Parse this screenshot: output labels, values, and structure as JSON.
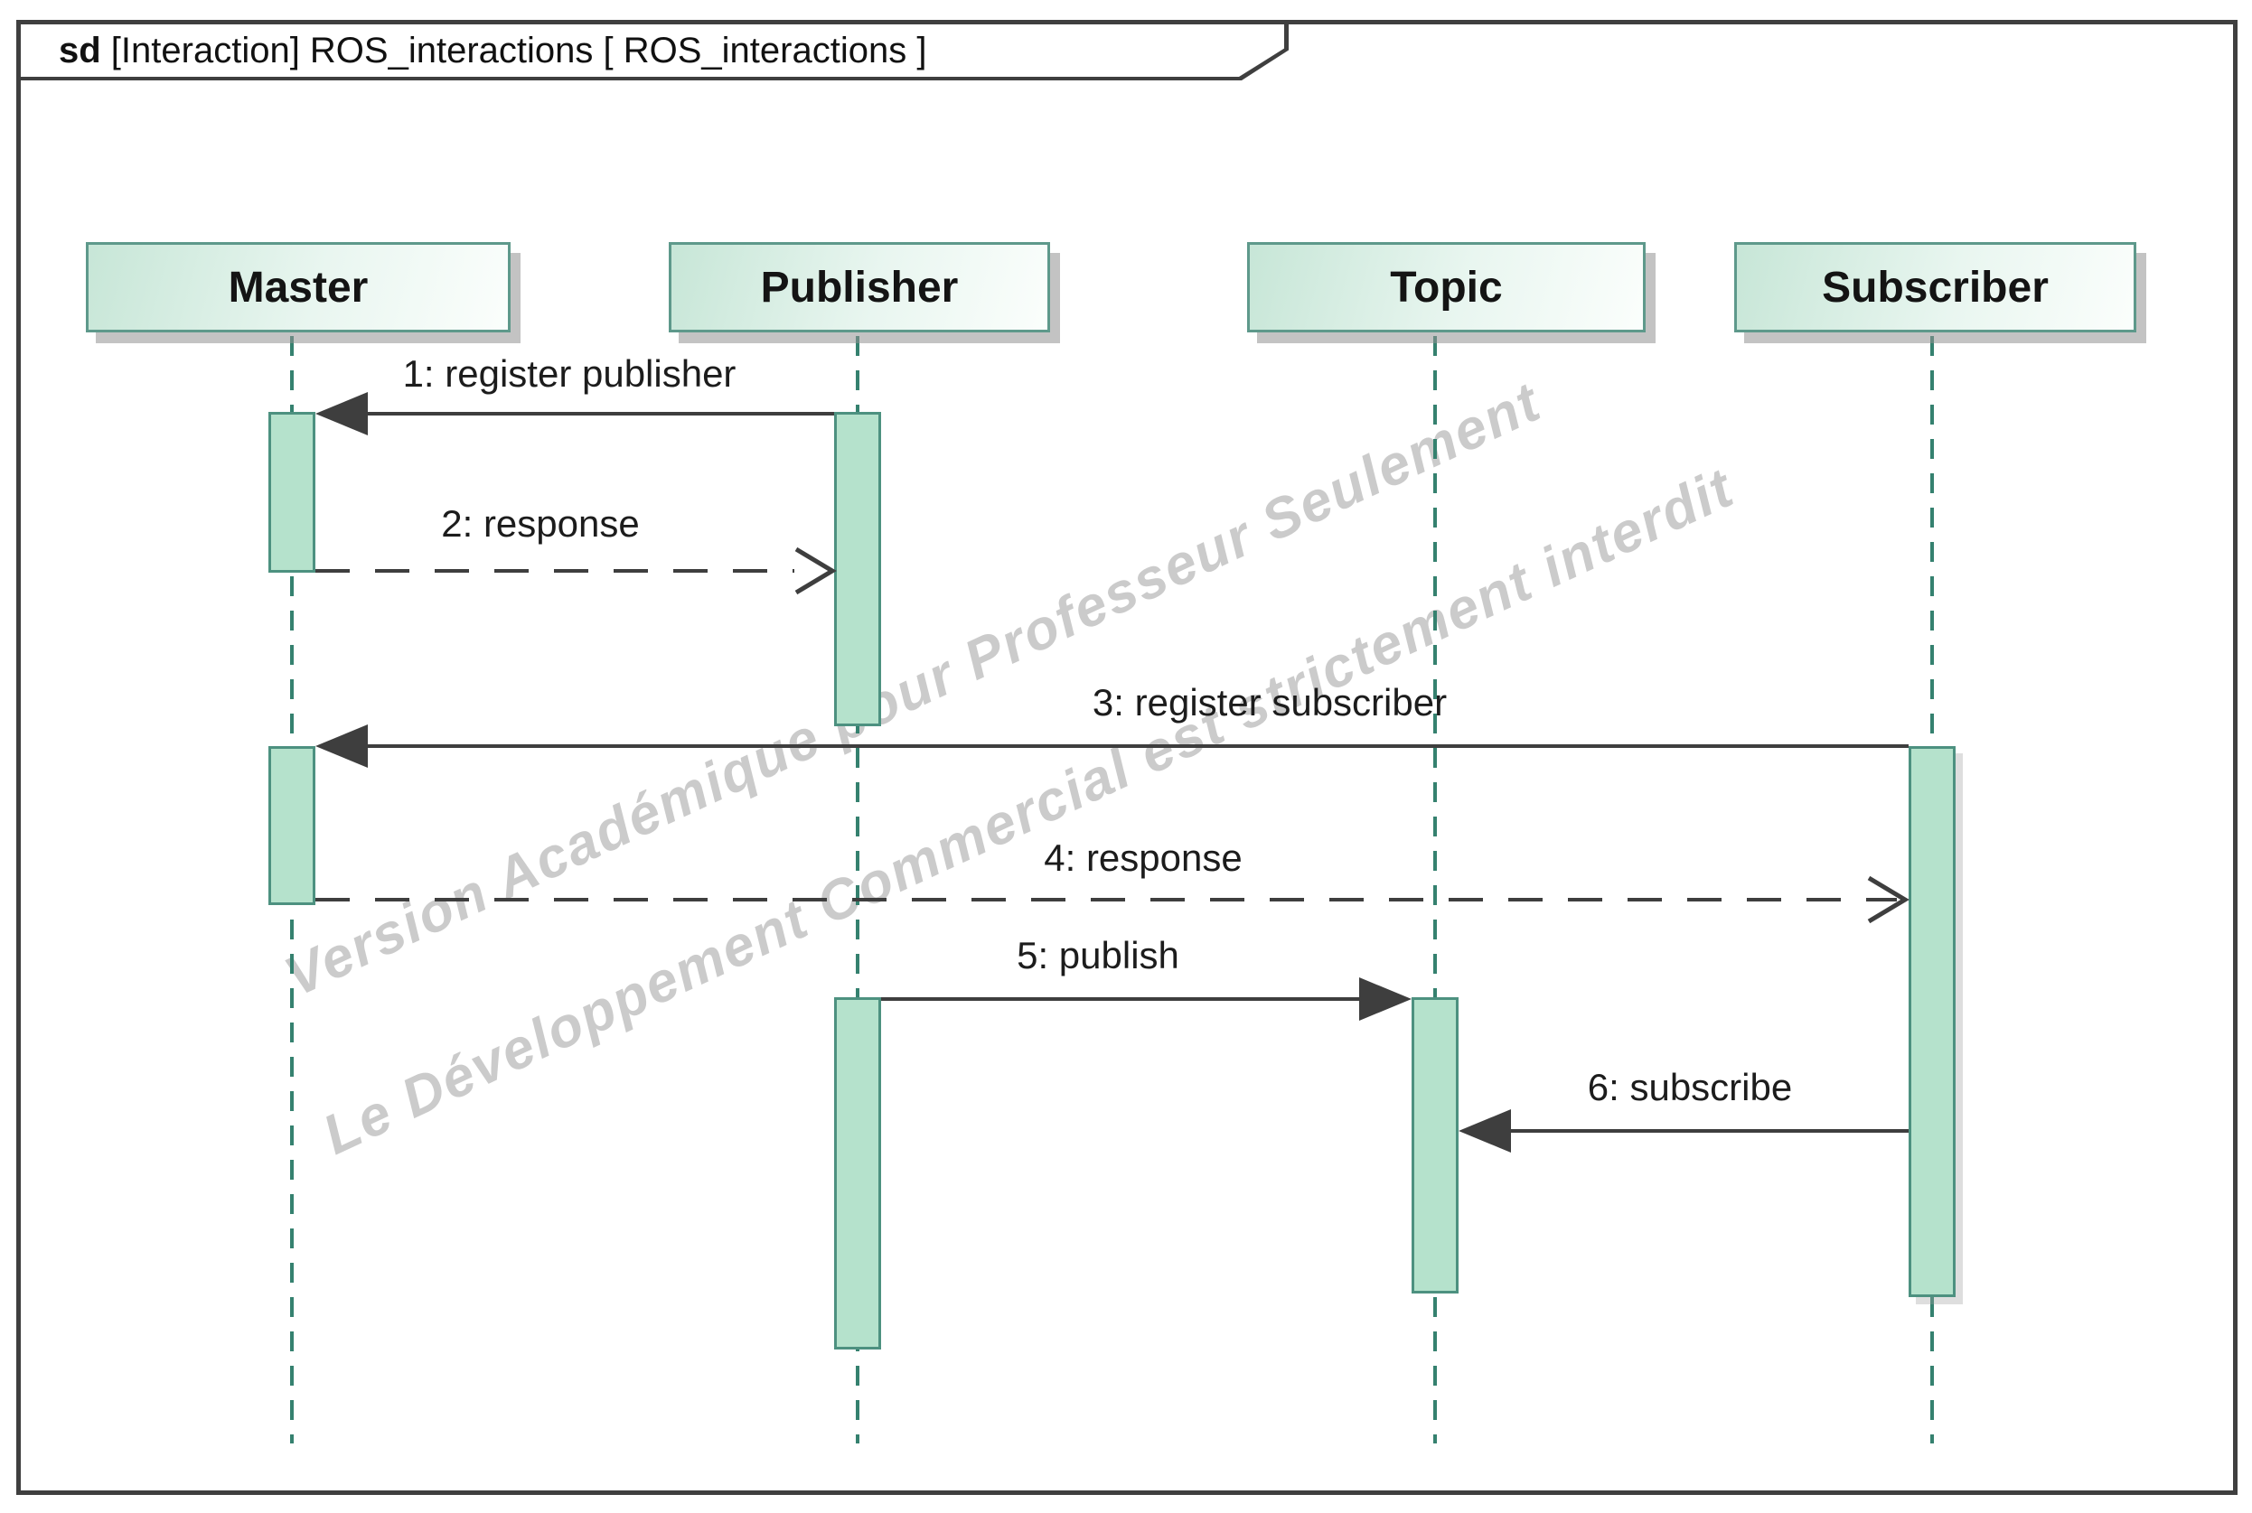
{
  "diagram": {
    "kind": "uml-sequence-diagram",
    "frame_title": {
      "keyword": "sd",
      "text": " [Interaction] ROS_interactions [ ROS_interactions ]"
    },
    "lifelines": [
      {
        "name": "Master"
      },
      {
        "name": "Publisher"
      },
      {
        "name": "Topic"
      },
      {
        "name": "Subscriber"
      }
    ],
    "messages": [
      {
        "label": "1: register publisher",
        "from": "Publisher",
        "to": "Master",
        "line": "solid",
        "arrow": "filled"
      },
      {
        "label": "2: response",
        "from": "Master",
        "to": "Publisher",
        "line": "dashed",
        "arrow": "open"
      },
      {
        "label": "3: register subscriber",
        "from": "Subscriber",
        "to": "Master",
        "line": "solid",
        "arrow": "filled"
      },
      {
        "label": "4: response",
        "from": "Master",
        "to": "Subscriber",
        "line": "dashed",
        "arrow": "open"
      },
      {
        "label": "5: publish",
        "from": "Publisher",
        "to": "Topic",
        "line": "solid",
        "arrow": "filled"
      },
      {
        "label": "6: subscribe",
        "from": "Subscriber",
        "to": "Topic",
        "line": "solid",
        "arrow": "filled"
      }
    ],
    "watermark": {
      "line1": "Version Académique pour Professeur Seulement",
      "line2": "Le Développement Commercial est strictement interdit"
    },
    "colors": {
      "frame_border": "#3f3f3f",
      "head_fill_from": "#c7e6d7",
      "head_fill_to": "#fbfefc",
      "head_border": "#5e998b",
      "bar_fill": "#b5e2cc",
      "bar_border": "#4d9180",
      "lifeline": "#35816f",
      "arrow": "#3e3e3e",
      "watermark": "#c6c6c6"
    }
  }
}
